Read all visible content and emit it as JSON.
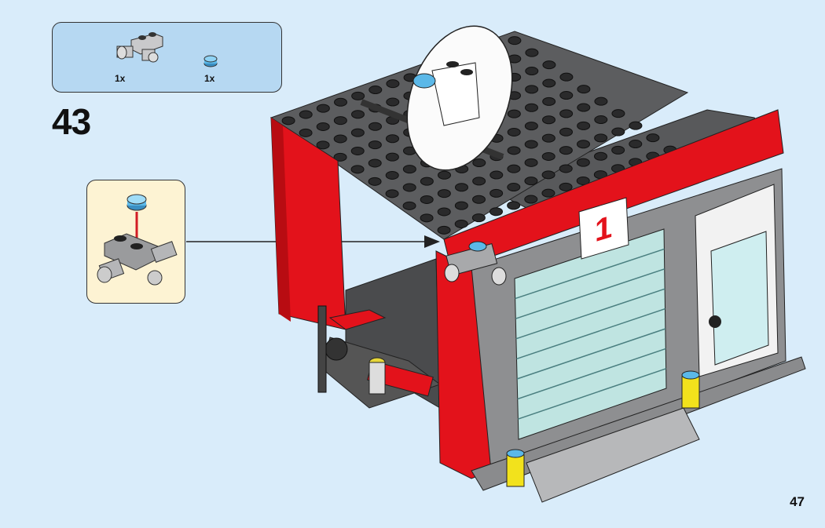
{
  "parts_list": {
    "items": [
      {
        "part": "light-grey-plate-1x2-with-pins",
        "quantity": "1x"
      },
      {
        "part": "trans-light-blue-round-tile-1x1",
        "quantity": "1x"
      }
    ]
  },
  "step": {
    "number": "43"
  },
  "model": {
    "sign_label": "1"
  },
  "page": {
    "number": "47"
  },
  "colors": {
    "background": "#d9ecfa",
    "parts_box": "#b6d8f2",
    "subassembly_box": "#fdf3d3",
    "red": "#e3121b",
    "grey": "#6d6e70",
    "light_grey": "#a8a9ab",
    "trans_blue": "#5bb8e8"
  }
}
